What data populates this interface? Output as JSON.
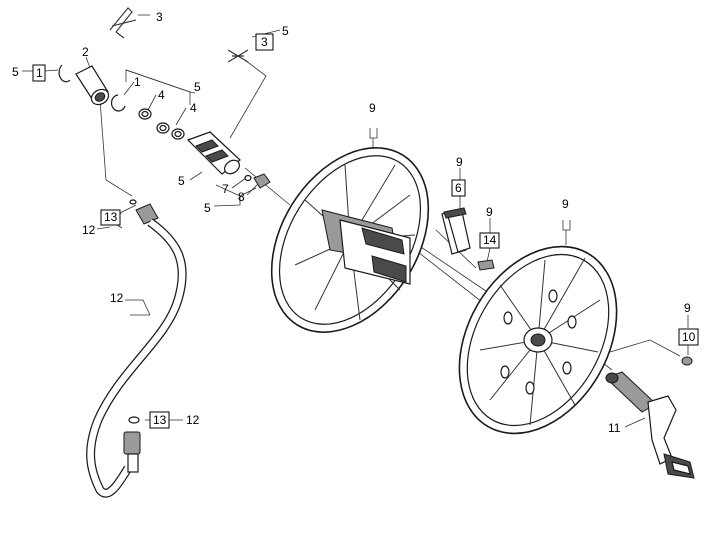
{
  "callouts": {
    "c3_top": "3",
    "c3_right": "3",
    "c5_right": "5",
    "c5_left": "5",
    "c1_boxed": "1",
    "c2": "2",
    "c1": "1",
    "c5_mid": "5",
    "c4_a": "4",
    "c4_b": "4",
    "c5_hose": "5",
    "c7": "7",
    "c8": "8",
    "c5_lower": "5",
    "c13_top": "13",
    "c12_top": "12",
    "c12_mid": "12",
    "c13_bottom": "13",
    "c12_bottom": "12",
    "c9_reel_left": "9",
    "c9_bracket": "9",
    "c6": "6",
    "c9_screw": "9",
    "c14": "14",
    "c9_reel_right": "9",
    "c9_cap": "9",
    "c10": "10",
    "c11": "11"
  }
}
